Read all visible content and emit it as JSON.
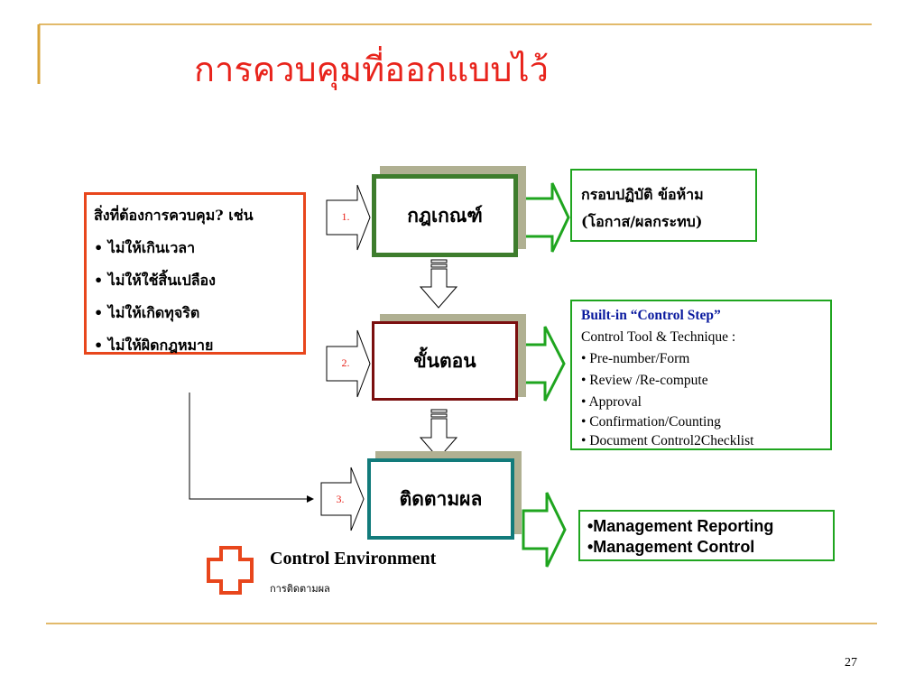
{
  "title": "การควบคุมที่ออกแบบไว้",
  "left_box": {
    "heading": "สิ่งที่ต้องการควบคุม? เช่น",
    "items": [
      "• ไม่ให้เกินเวลา",
      "• ไม่ให้ใช้สิ้นเปลือง",
      "• ไม่ให้เกิดทุจริต",
      "• ไม่ให้ผิดกฎหมาย"
    ]
  },
  "steps": [
    {
      "num": "1.",
      "label": "กฎเกณฑ์",
      "border_color": "#3e7d2d"
    },
    {
      "num": "2.",
      "label": "ขั้นตอน",
      "border_color": "#7b0f0f"
    },
    {
      "num": "3.",
      "label": "ติดตามผล",
      "border_color": "#127b7b"
    }
  ],
  "note1": [
    "กรอบปฏิบัติ ข้อห้าม",
    "(โอกาส/ผลกระทบ)"
  ],
  "note2": {
    "heading": "Built-in  “Control Step”",
    "lines": [
      "Control Tool & Technique :",
      "• Pre-number/Form",
      "• Review /Re-compute",
      "• Approval",
      "• Confirmation/Counting",
      "• Document Control2Checklist"
    ]
  },
  "note3": [
    "•Management Reporting",
    "•Management Control"
  ],
  "control_environment": {
    "label": "Control Environment",
    "sub": "การติดตามผล"
  },
  "page_number": "27",
  "colors": {
    "title": "#e8231b",
    "accent_gold": "#d9a43a",
    "green": "#1fa51f",
    "orange": "#e8461c"
  }
}
